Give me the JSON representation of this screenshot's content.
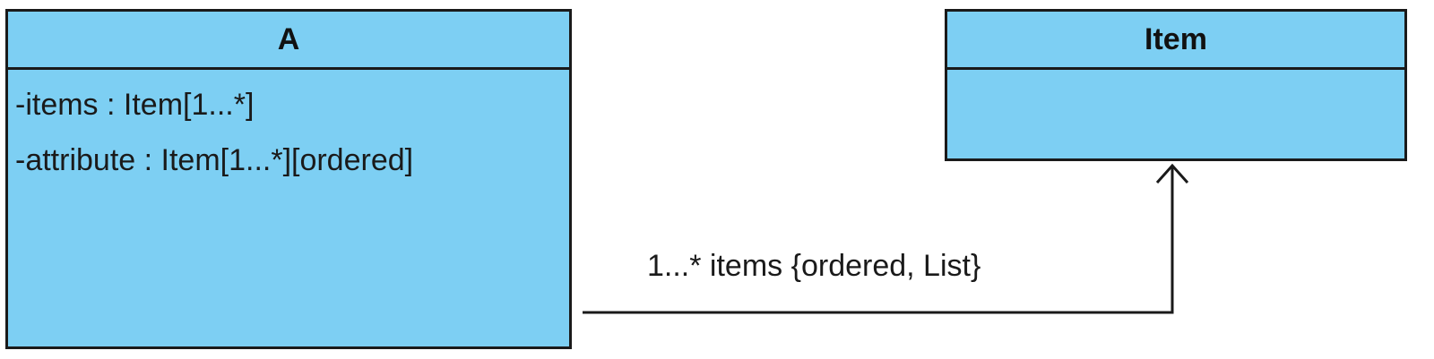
{
  "class_a": {
    "name": "A",
    "attributes": [
      "-items : Item[1...*]",
      "-attribute : Item[1...*][ordered]"
    ]
  },
  "class_item": {
    "name": "Item"
  },
  "association": {
    "label": "1...* items {ordered, List}"
  },
  "colors": {
    "class_fill": "#7dcff3",
    "border": "#1a1a1a"
  }
}
